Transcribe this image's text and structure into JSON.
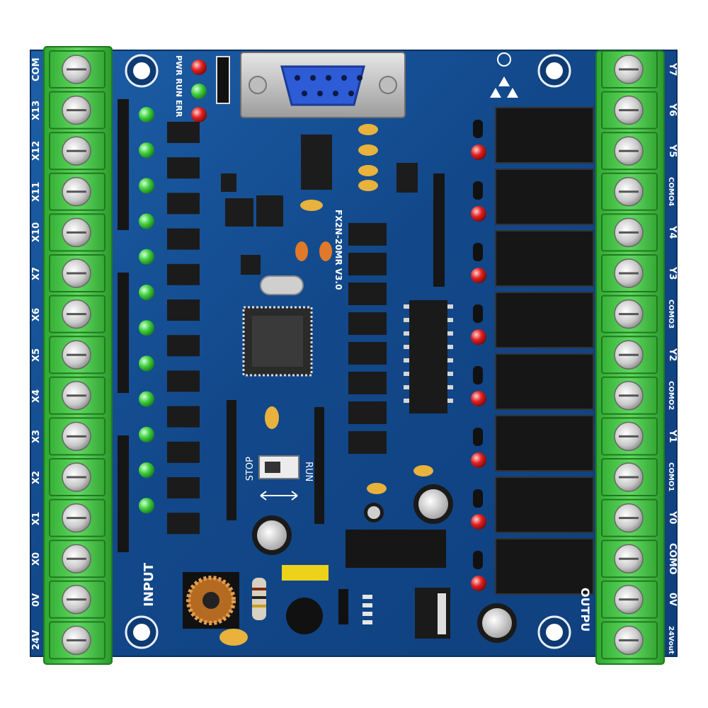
{
  "board": {
    "model": "FX2N-20MR V3.0",
    "input_heading": "INPUT",
    "output_heading": "OUTPU",
    "switch_left": "STOP",
    "switch_right": "RUN",
    "status_leds": [
      "PWR",
      "RUN",
      "ERR"
    ],
    "colors": {
      "pcb": "#1d5fa8",
      "terminal": "#3cbf3c",
      "led_input": "#4cd04c",
      "led_output": "#e02020",
      "relay": "#1a1a1a"
    }
  },
  "input_terminals": [
    "COM",
    "X13",
    "X12",
    "X11",
    "X10",
    "X7",
    "X6",
    "X5",
    "X4",
    "X3",
    "X2",
    "X1",
    "X0",
    "0V",
    "24V"
  ],
  "output_terminals": [
    "Y7",
    "Y6",
    "Y5",
    "COMO4",
    "Y4",
    "Y3",
    "COMO3",
    "Y2",
    "COMO2",
    "Y1",
    "COMO1",
    "Y0",
    "COMO",
    "0V",
    "24Vout"
  ],
  "input_led_count": 12,
  "output_led_count": 8,
  "relay_count": 8
}
